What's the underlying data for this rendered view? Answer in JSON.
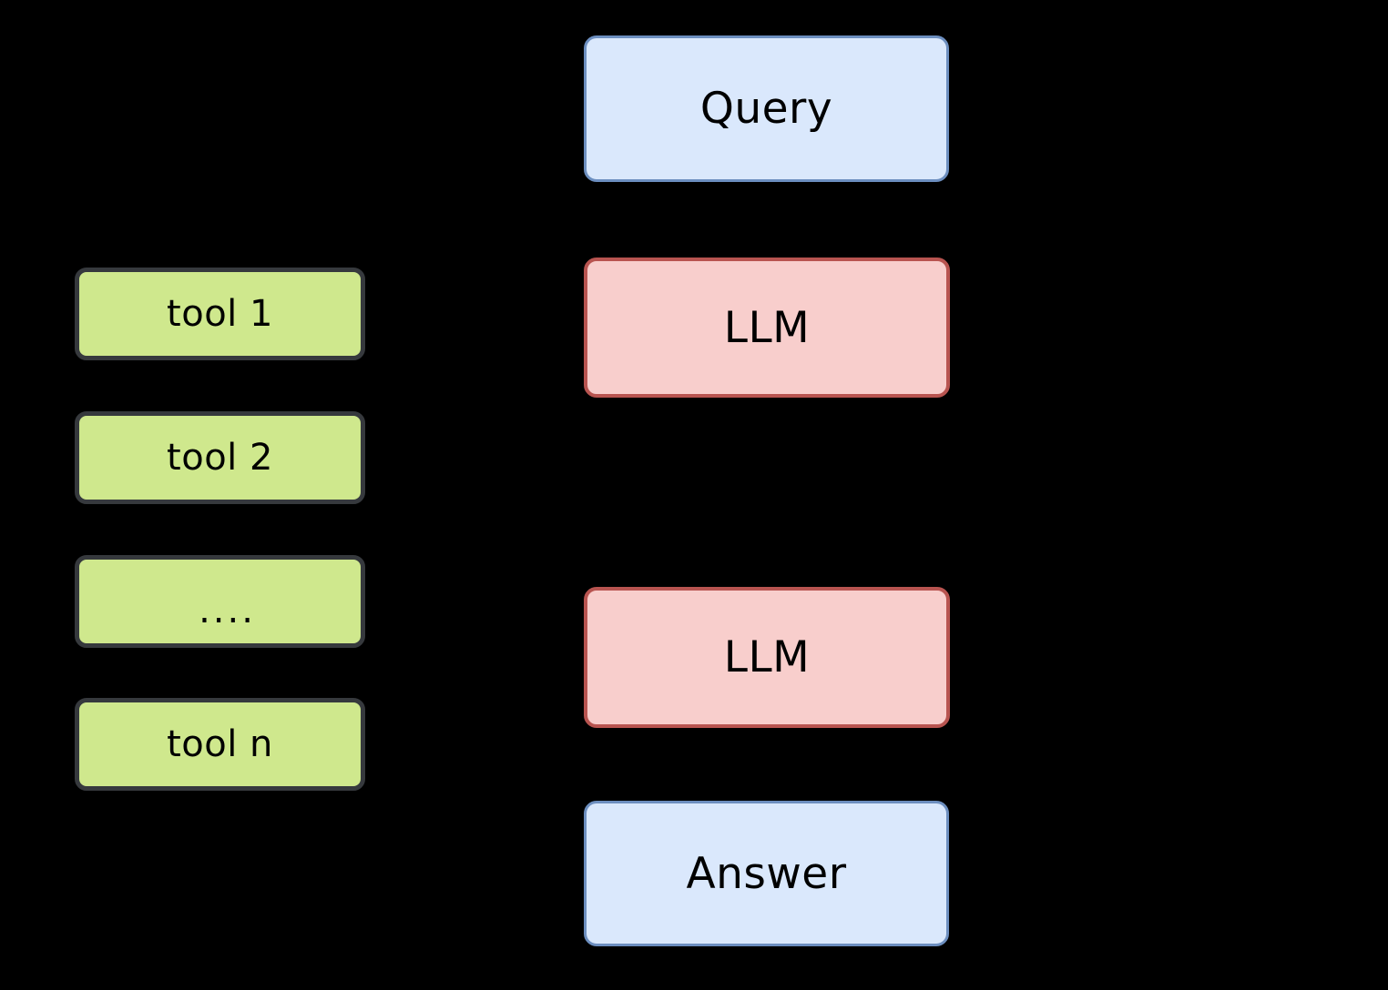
{
  "diagram": {
    "background_color": "#000000",
    "palette": {
      "io_fill": "#dae8fc",
      "io_border": "#6c8ebf",
      "model_fill": "#f8cecc",
      "model_border": "#b85450",
      "tool_fill": "#cfe88d",
      "tool_border": "#36393d",
      "text_color": "#000000"
    },
    "pipeline": {
      "query": {
        "label": "Query"
      },
      "llm_first": {
        "label": "LLM"
      },
      "llm_second": {
        "label": "LLM"
      },
      "answer": {
        "label": "Answer"
      }
    },
    "tools": [
      {
        "label": "tool 1"
      },
      {
        "label": "tool 2"
      },
      {
        "label": "...."
      },
      {
        "label": "tool n"
      }
    ]
  }
}
